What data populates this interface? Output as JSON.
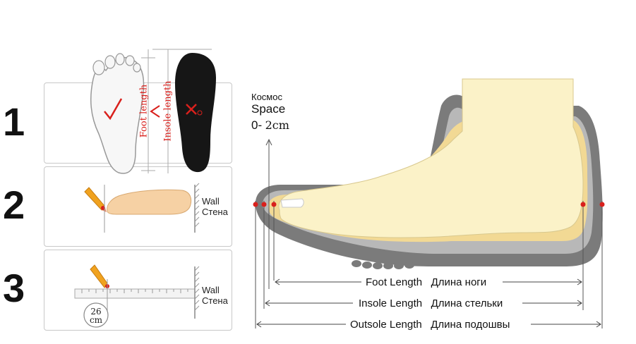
{
  "steps": [
    {
      "number": "1",
      "foot_length": "Foot length",
      "insole_length": "Insole length"
    },
    {
      "number": "2",
      "wall_en": "Wall",
      "wall_ru": "Стена"
    },
    {
      "number": "3",
      "wall_en": "Wall",
      "wall_ru": "Стена",
      "measure_value": "26",
      "measure_unit": "cm"
    }
  ],
  "space": {
    "label_ru": "Космос",
    "label_en": "Space",
    "range_prefix": "0-",
    "range_value": "2cm"
  },
  "dimensions": [
    {
      "en": "Foot Length",
      "ru": "Длина ноги"
    },
    {
      "en": "Insole Length",
      "ru": "Длина стельки"
    },
    {
      "en": "Outsole Length",
      "ru": "Длина подошвы"
    }
  ],
  "colors": {
    "correct": "#d9201c",
    "sole": "#7b7b7b",
    "foot": "#fbf2c8",
    "insole": "#f2d994"
  }
}
